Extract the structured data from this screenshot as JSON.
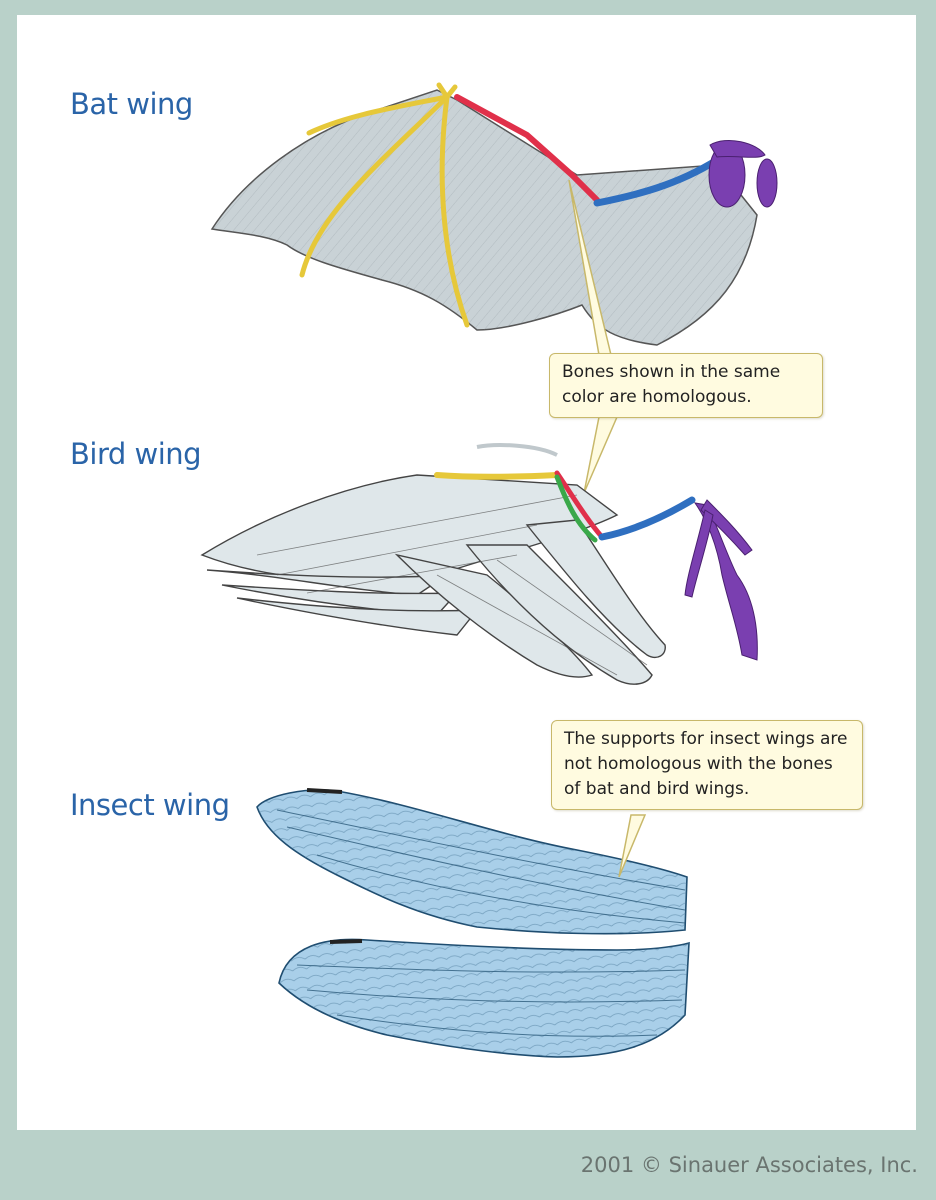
{
  "labels": {
    "bat": "Bat wing",
    "bird": "Bird wing",
    "insect": "Insect wing"
  },
  "callouts": {
    "bones": "Bones shown in the same color are homologous.",
    "insect": "The supports for insect wings are not homologous with the bones of bat and bird wings."
  },
  "copyright": "2001 © Sinauer Associates, Inc.",
  "colors": {
    "label": "#2a64a8",
    "humerus": "#2f6fc0",
    "radius": "#e0304a",
    "ulna": "#3aa84a",
    "digits": "#e6c83a",
    "shoulder": "#7a3fb0",
    "membrane": "#c9d2d6",
    "insect_wing": "#a9cfe9",
    "callout_fill": "#fffbe0",
    "background": "#b9d1c9"
  }
}
